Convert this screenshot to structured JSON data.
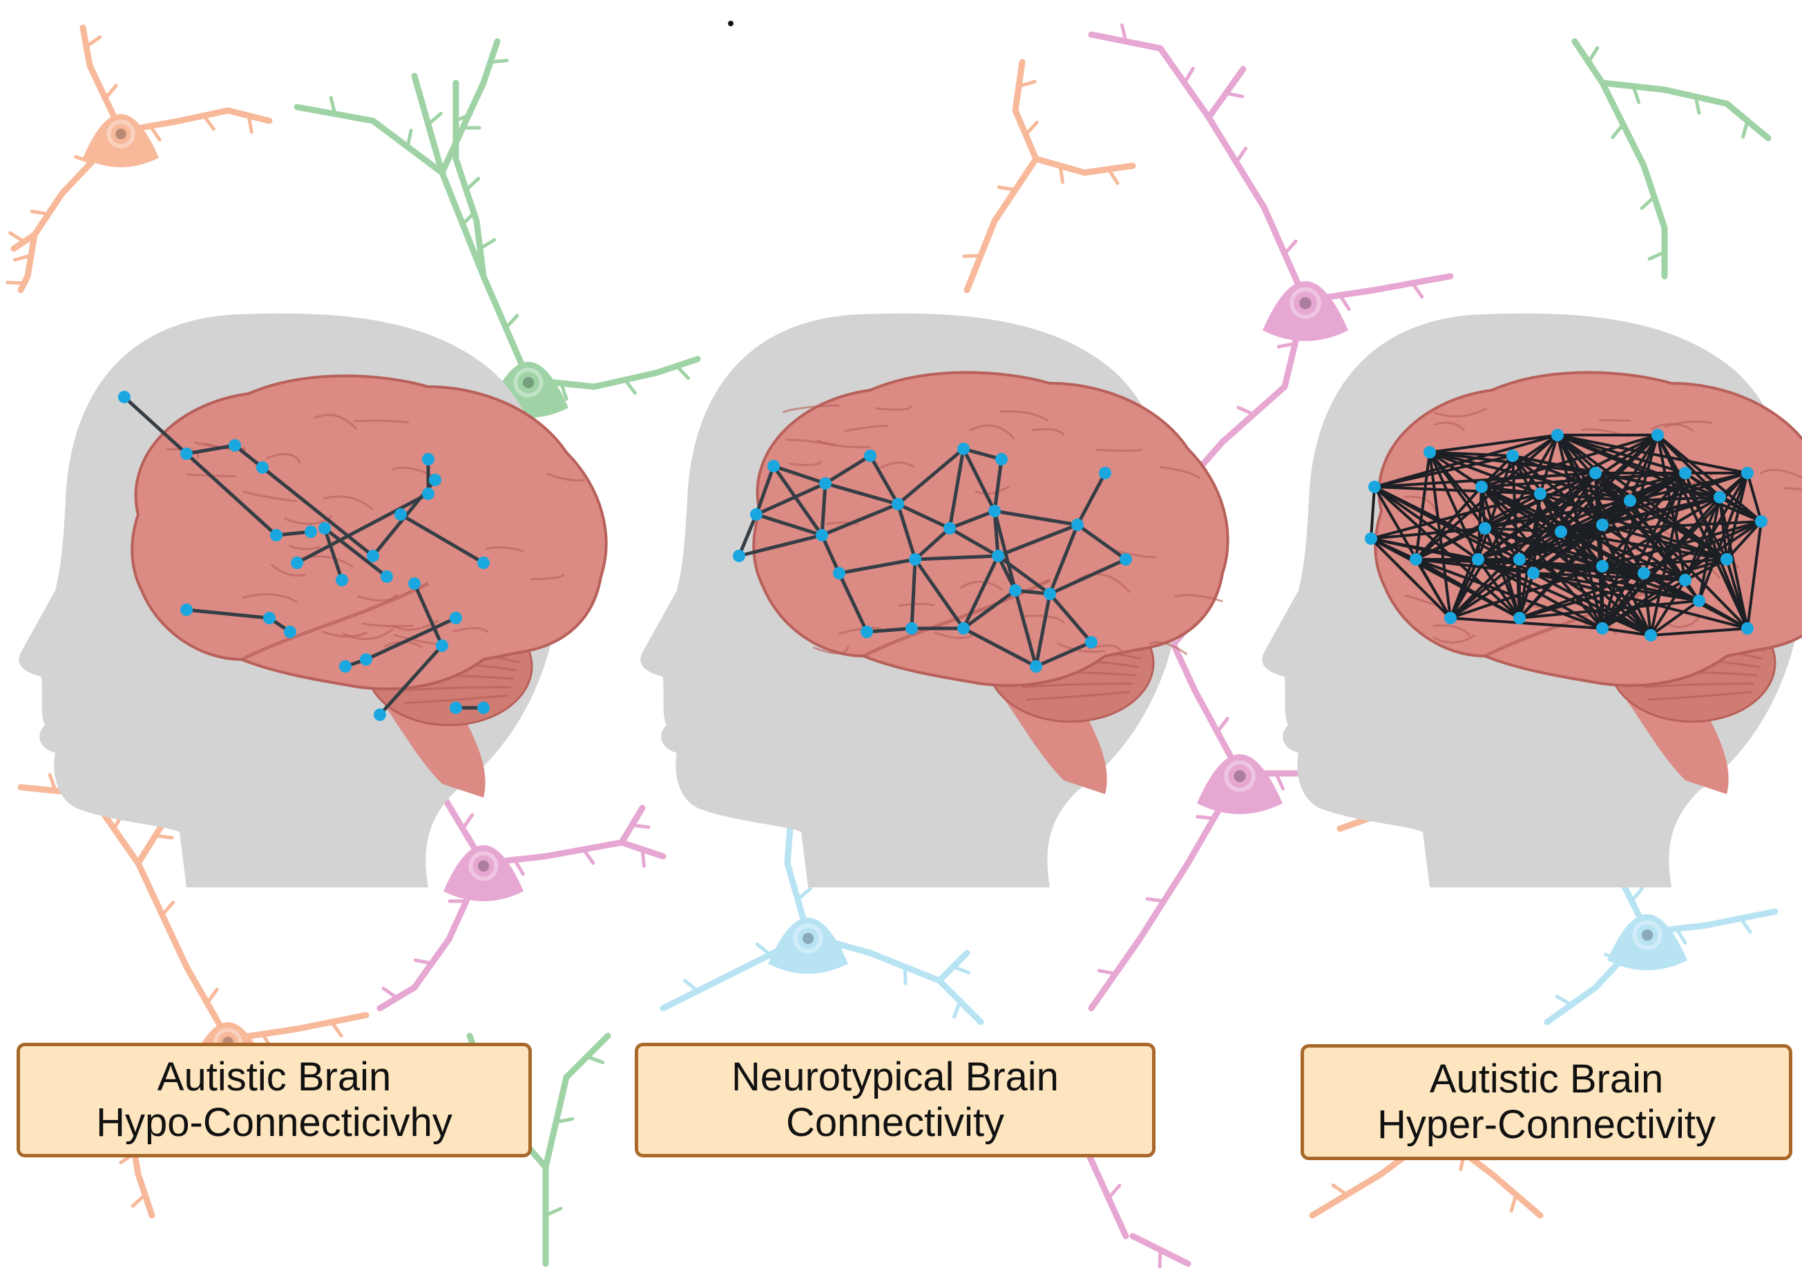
{
  "colors": {
    "background": "#ffffff",
    "head": "#d3d3d3",
    "brain": "#db8a84",
    "brain_folds": "#b8605a",
    "cerebellum": "#cf7c73",
    "node": "#1aa7e0",
    "edge": "#353d45",
    "label_fill": "#fde5bf",
    "label_border": "#a8682a",
    "neuron_orange": "#f7b99a",
    "neuron_green": "#9fd3a6",
    "neuron_pink": "#e7a7d3",
    "neuron_blue": "#b7e3f3"
  },
  "panels": [
    {
      "connectivity": "hypo",
      "label_line1": "Autistic Brain",
      "label_line2": "Hypo-Connecticivhy"
    },
    {
      "connectivity": "typical",
      "label_line1": "Neurotypical Brain",
      "label_line2": "Connectivity"
    },
    {
      "connectivity": "hyper",
      "label_line1": "Autistic Brain",
      "label_line2": "Hyper-Connectivity"
    }
  ],
  "icons": [
    "head-silhouette-icon",
    "brain-icon",
    "neuron-icon"
  ]
}
